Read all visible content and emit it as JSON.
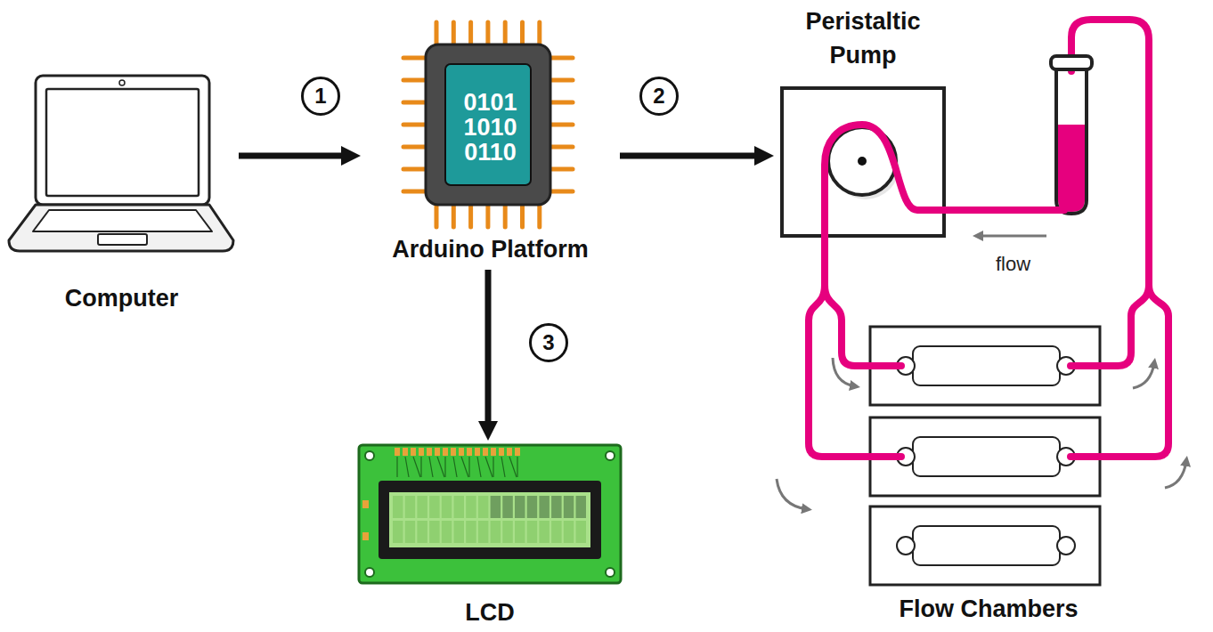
{
  "diagram": {
    "nodes": [
      {
        "text": [
          "Computer"
        ]
      },
      {
        "text": [
          "0101 1010 0110",
          "Arduino Platform"
        ]
      },
      {
        "text": [
          "Peristaltic Pump"
        ]
      },
      {
        "text": [
          "LCD"
        ]
      },
      {
        "text": [
          "Flow Chambers"
        ]
      }
    ],
    "edges": [
      {
        "from": 0,
        "to": 1,
        "label": "1",
        "arrow": "to"
      },
      {
        "from": 1,
        "to": 2,
        "label": "2",
        "arrow": "to"
      },
      {
        "from": 1,
        "to": 3,
        "label": "3",
        "arrow": "to"
      }
    ],
    "labels": [
      "flow"
    ]
  }
}
